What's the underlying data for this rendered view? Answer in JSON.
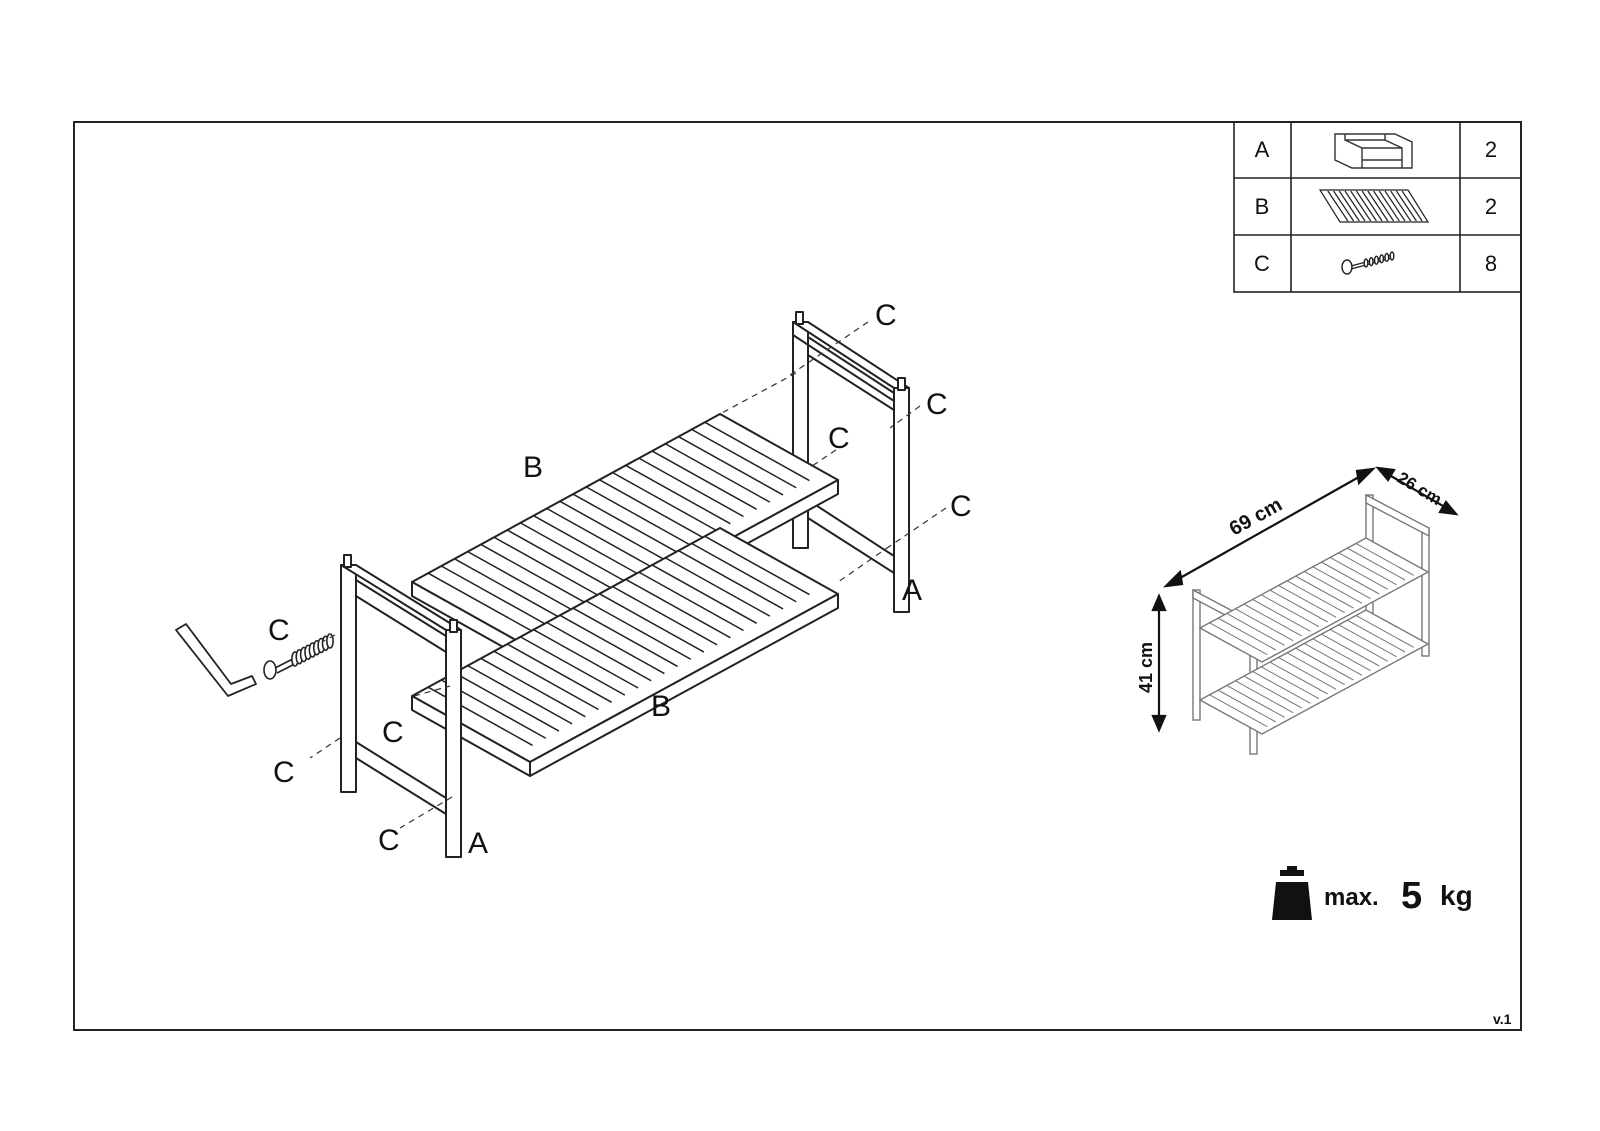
{
  "parts_table": [
    {
      "letter": "A",
      "icon": "side-frame-icon",
      "qty": "2"
    },
    {
      "letter": "B",
      "icon": "slatted-shelf-icon",
      "qty": "2"
    },
    {
      "letter": "C",
      "icon": "screw-icon",
      "qty": "8"
    }
  ],
  "callouts": {
    "A": "A",
    "B": "B",
    "C": "C"
  },
  "dimensions": {
    "length": "69 cm",
    "depth": "26 cm",
    "height": "41 cm"
  },
  "max_load": {
    "prefix": "max.",
    "value": "5",
    "unit": "kg",
    "icon": "weight-icon"
  },
  "version": "v.1"
}
